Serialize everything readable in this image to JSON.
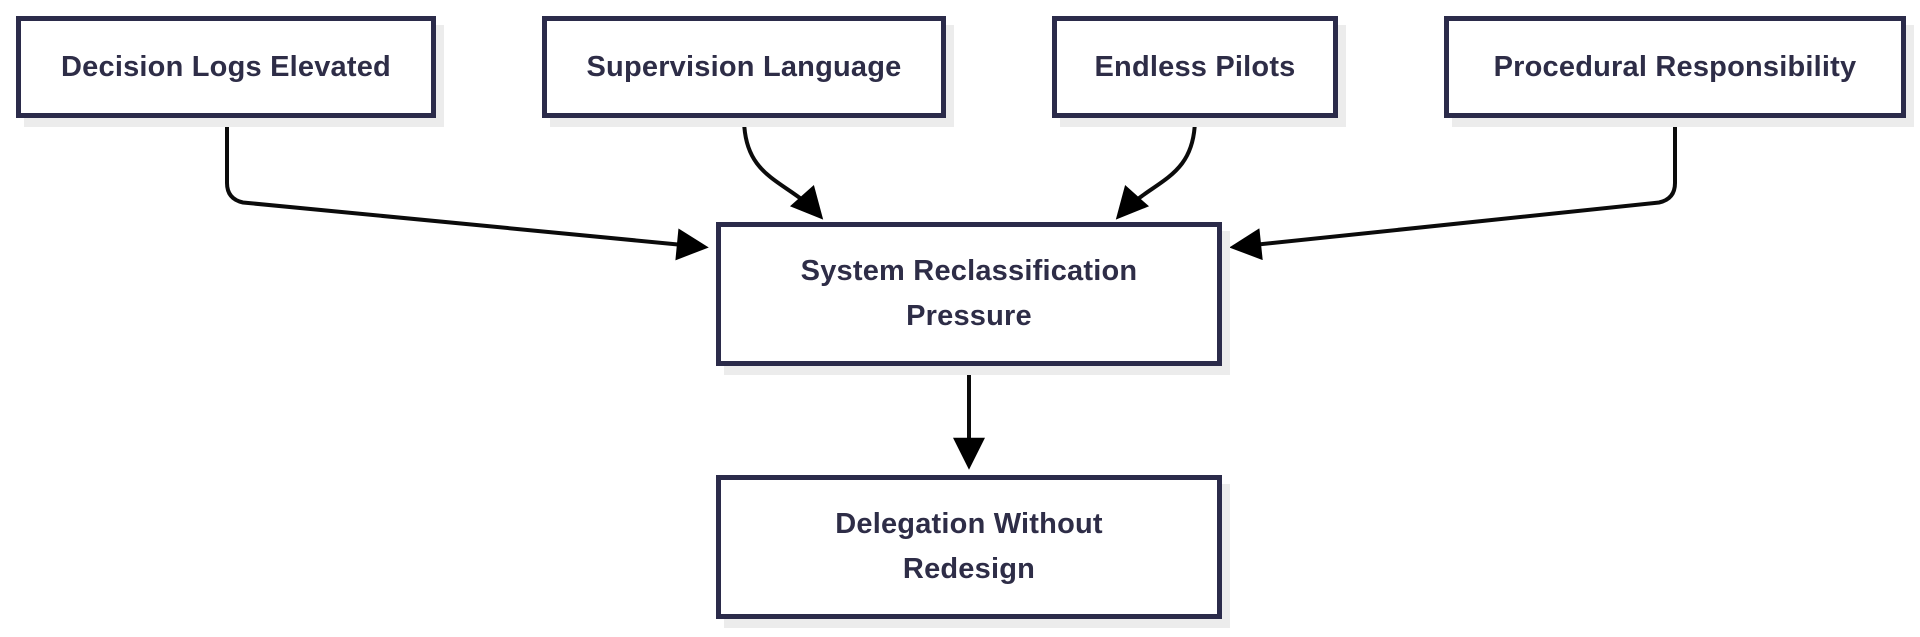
{
  "diagram": {
    "type": "flowchart",
    "direction": "top-down",
    "colors": {
      "background": "#ffffff",
      "node_fill": "#ffffff",
      "node_border": "#2b2b4a",
      "node_text": "#2e2d47",
      "edge_line": "#0b0b0b",
      "arrowhead": "#000000",
      "node_shadow": "#ececec"
    },
    "nodes": [
      {
        "id": "decision-logs-elevated",
        "label": "Decision Logs Elevated"
      },
      {
        "id": "supervision-language",
        "label": "Supervision Language"
      },
      {
        "id": "endless-pilots",
        "label": "Endless Pilots"
      },
      {
        "id": "procedural-responsibility",
        "label": "Procedural Responsibility"
      },
      {
        "id": "system-reclassification-pressure",
        "label": "System Reclassification Pressure"
      },
      {
        "id": "delegation-without-redesign",
        "label": "Delegation Without Redesign"
      }
    ],
    "edges": [
      {
        "from": "decision-logs-elevated",
        "to": "system-reclassification-pressure"
      },
      {
        "from": "supervision-language",
        "to": "system-reclassification-pressure"
      },
      {
        "from": "endless-pilots",
        "to": "system-reclassification-pressure"
      },
      {
        "from": "procedural-responsibility",
        "to": "system-reclassification-pressure"
      },
      {
        "from": "system-reclassification-pressure",
        "to": "delegation-without-redesign"
      }
    ]
  }
}
